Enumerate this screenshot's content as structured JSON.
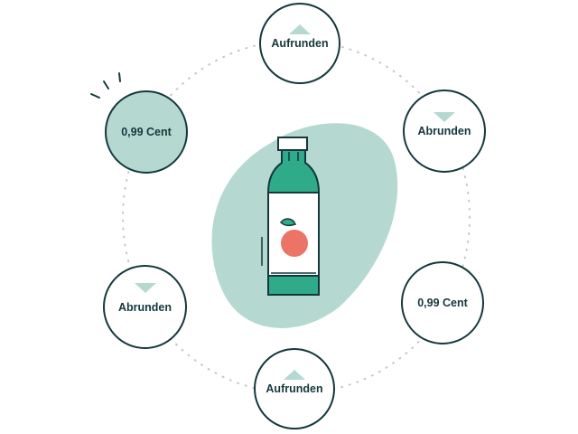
{
  "nodes": {
    "top": {
      "label": "Aufrunden",
      "arrow": "up"
    },
    "upper_right": {
      "label": "Abrunden",
      "arrow": "down"
    },
    "upper_left": {
      "label": "0,99 Cent",
      "highlighted": true
    },
    "lower_right": {
      "label": "0,99 Cent"
    },
    "lower_left": {
      "label": "Abrunden",
      "arrow": "down"
    },
    "bottom": {
      "label": "Aufrunden",
      "arrow": "up"
    }
  },
  "colors": {
    "outline": "#14383d",
    "blob": "#b5d9d1",
    "bottle": "#2fab8a",
    "apple": "#ec7466",
    "dots": "#c7c7c7"
  },
  "icons": {
    "center": "bottle-icon",
    "fruit": "apple-icon",
    "highlight": "sparkle-lines-icon"
  }
}
